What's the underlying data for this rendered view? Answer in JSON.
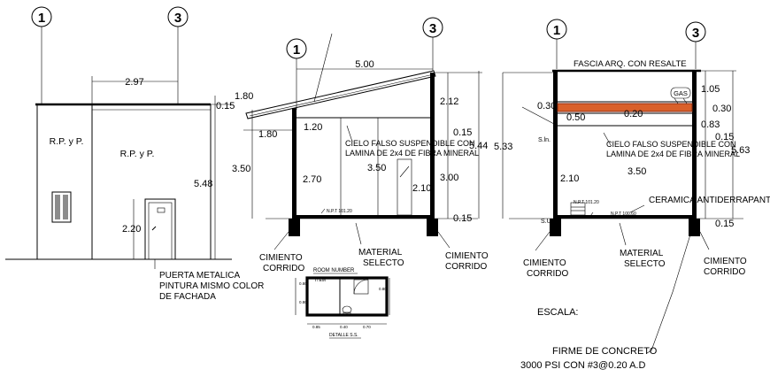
{
  "axes": {
    "a1_left": "1",
    "a3_left": "3",
    "a1_mid": "1",
    "a3_mid": "3",
    "a1_right": "1",
    "a3_right": "3"
  },
  "facade": {
    "dim_width": "2.97",
    "dim_parapet": "0.15",
    "dim_height": "5.48",
    "dim_door": "2.20",
    "room_left": "R.P. y P.",
    "room_right": "R.P. y P.",
    "door_note_1": "PUERTA METALICA",
    "door_note_2": "PINTURA MISMO COLOR",
    "door_note_3": "DE FACHADA"
  },
  "section1": {
    "dim_top": "5.00",
    "dim_overhang_h": "1.80",
    "dim_overhang_w": "1.80",
    "dim_mid": "1.20",
    "dim_left": "3.50",
    "dim_inner": "2.70",
    "dim_center": "3.50",
    "dim_door": "2.10",
    "dim_r_top": "2.12",
    "dim_r_slab": "0.15",
    "dim_r_total": "5.44",
    "dim_r_wall": "3.00",
    "dim_r_base": "0.15",
    "ceiling_1": "CIELO FALSO SUSPENDIBLE CON",
    "ceiling_2": "LAMINA DE 2x4 DE FIBRA MINERAL",
    "npt": "N.P.T 101.20",
    "left_foot_1": "CIMIENTO",
    "left_foot_2": "CORRIDO",
    "fill_1": "MATERIAL",
    "fill_2": "SELECTO",
    "right_foot_1": "CIMIENTO",
    "right_foot_2": "CORRIDO"
  },
  "plan": {
    "title": "ROOM NUMBER",
    "item": "ITEM",
    "caption": "DETALLE S.S.",
    "dims": [
      "0.80",
      "0.80",
      "0.80",
      "0.85",
      "0.40",
      "0.70"
    ]
  },
  "section2": {
    "fascia": "FASCIA ARQ. CON RESALTE",
    "gas": "GAS",
    "dim_l030": "0.30",
    "dim_l050": "0.50",
    "dim_mid020": "0.20",
    "dim_r030": "0.30",
    "dim_105": "1.05",
    "dim_083": "0.83",
    "dim_015a": "0.15",
    "dim_563": "5.63",
    "dim_533": "5.33",
    "sln": "S.ln.",
    "ceiling_1": "CIELO FALSO SUSPENDIBLE CON",
    "ceiling_2": "LAMINA DE 2x4 DE FIBRA MINERAL",
    "dim_350": "3.50",
    "dim_210": "2.10",
    "ceramic": "CERAMICA ANTIDERRAPANTE",
    "npt": "N.P.T 101.20",
    "npt2": "N.P.T 100.60",
    "su": "S.U.",
    "dim_015b": "0.15",
    "left_foot_1": "CIMIENTO",
    "left_foot_2": "CORRIDO",
    "fill_1": "MATERIAL",
    "fill_2": "SELECTO",
    "right_foot_1": "CIMIENTO",
    "right_foot_2": "CORRIDO",
    "scale": "ESCALA:",
    "concrete_1": "FIRME DE CONCRETO",
    "concrete_2": "3000 PSI CON #3@0.20 A.D"
  },
  "colors": {
    "beam": "#d9602a",
    "beam_dark": "#8a2a10",
    "window": "#8c8c8c"
  }
}
